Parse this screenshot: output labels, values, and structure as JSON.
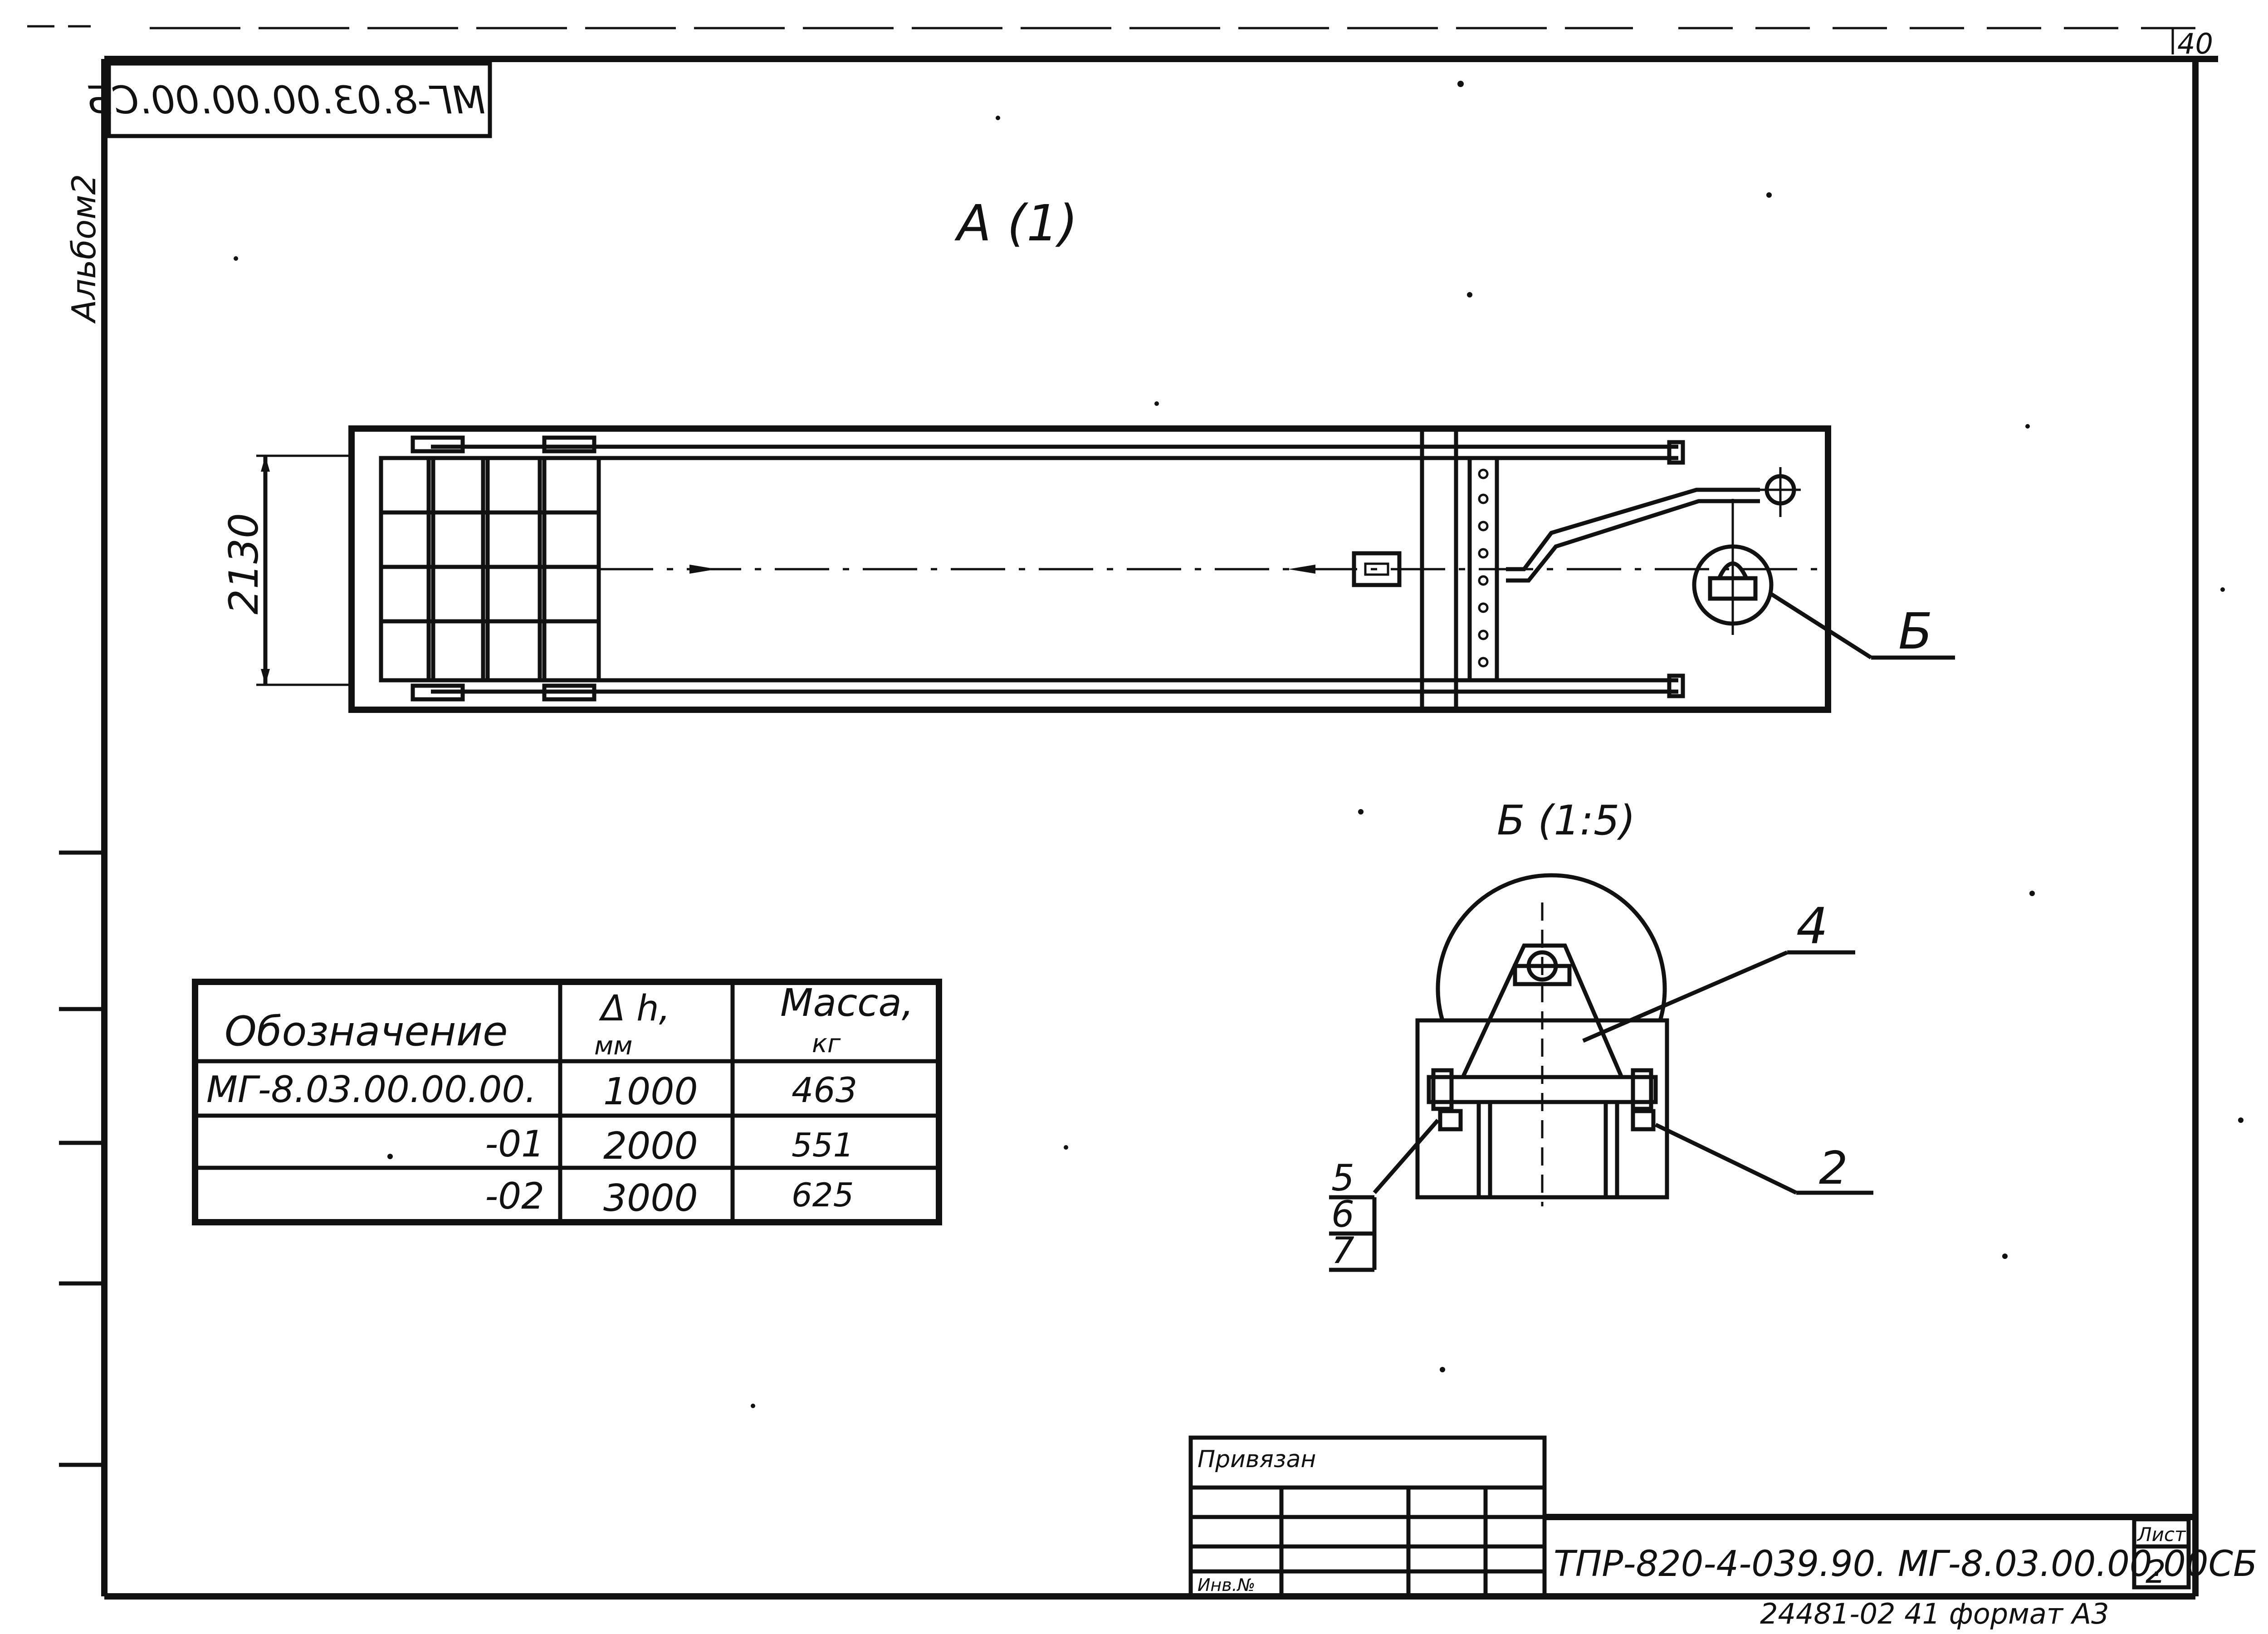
{
  "sheet": {
    "page_number": "40",
    "album_label": "Альбом2",
    "stamp_code_mirrored": "МГ-8.03.00.00.00.СБ"
  },
  "plan_view": {
    "view_label": "А (1)",
    "dimension_label": "2130",
    "callout_label": "Б"
  },
  "detail_view": {
    "view_label": "Б (1:5)",
    "callouts": [
      "4",
      "2",
      "5",
      "6",
      "7"
    ]
  },
  "table": {
    "headers": {
      "designation": "Обозначение",
      "delta_h": "Δ h,",
      "delta_h_unit": "мм",
      "mass": "Масса,",
      "mass_unit": "кг"
    },
    "rows": [
      {
        "designation": "МГ-8.03.00.00.00.",
        "delta_h": "1000",
        "mass": "463"
      },
      {
        "designation": "-01",
        "delta_h": "2000",
        "mass": "551"
      },
      {
        "designation": "-02",
        "delta_h": "3000",
        "mass": "625"
      }
    ]
  },
  "title_block": {
    "bound_label": "Привязан",
    "inventory_label": "Инв.№",
    "document_code": "ТПР-820-4-039.90.  МГ-8.03.00.00.00СБ",
    "sheet_label": "Лист",
    "sheet_number": "2",
    "footer_text": "24481-02  41  формат  А3"
  }
}
